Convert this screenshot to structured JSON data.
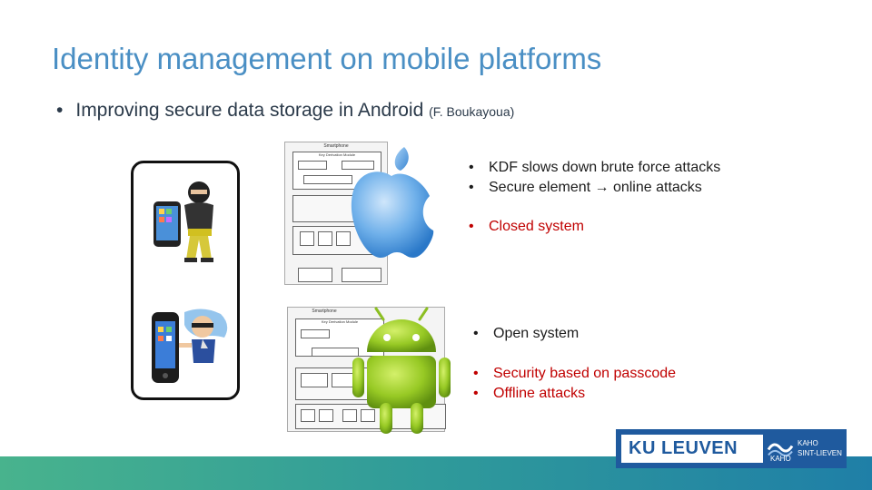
{
  "title": "Identity management on mobile platforms",
  "subline": {
    "bullet": "•",
    "text": "Improving secure data storage in Android",
    "author": "(F. Boukayoua)"
  },
  "ios": {
    "points": [
      "KDF slows down brute force attacks",
      "Secure element → online attacks"
    ],
    "closed": "Closed system"
  },
  "android": {
    "open": "Open system",
    "points": [
      "Security based on passcode",
      "Offline attacks"
    ]
  },
  "diagram_ios": {
    "header": "Smartphone",
    "module": "Key Derivation Module"
  },
  "diagram_android": {
    "header": "Smartphone",
    "module": "Key Derivation Module"
  },
  "logo": {
    "main": "KU LEUVEN",
    "kaho": "KAHO",
    "side_line1": "KAHO",
    "side_line2": "SINT-LIEVEN"
  },
  "colors": {
    "title": "#4a8fc4",
    "red_text": "#c00000",
    "footer_start": "#48b38d",
    "footer_end": "#1f7fa7",
    "logo_blue": "#1f5a9e"
  },
  "icons": [
    "apple-logo-icon",
    "android-robot-icon",
    "thief-with-phone-icon",
    "hacker-with-phone-icon"
  ]
}
